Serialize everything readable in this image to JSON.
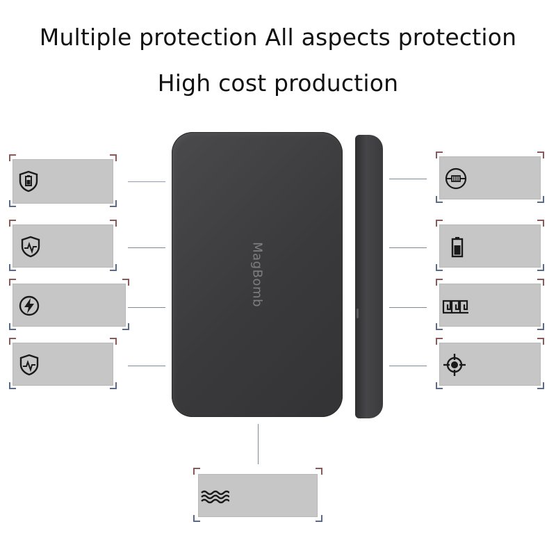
{
  "headline": {
    "line1": "Multiple protection All aspects protection",
    "line2": "High cost production"
  },
  "device": {
    "brand": "MagBomb",
    "color": "#3d3d3f"
  },
  "features_left": [
    {
      "icon": "battery-shield-icon",
      "label": ""
    },
    {
      "icon": "heartbeat-shield-icon",
      "label": ""
    },
    {
      "icon": "lightning-circle-icon",
      "label": ""
    },
    {
      "icon": "heartbeat-shield-icon",
      "label": ""
    }
  ],
  "features_right": [
    {
      "icon": "resistor-circle-icon",
      "label": ""
    },
    {
      "icon": "battery-icon",
      "label": ""
    },
    {
      "icon": "temperature-control-icon",
      "label": ""
    },
    {
      "icon": "crosshair-target-icon",
      "label": ""
    }
  ],
  "feature_bottom": {
    "icon": "wave-icon",
    "label": ""
  },
  "colors": {
    "box": "#c6c6c6",
    "icon": "#1a1a1a",
    "connector": "#7a8a99"
  }
}
